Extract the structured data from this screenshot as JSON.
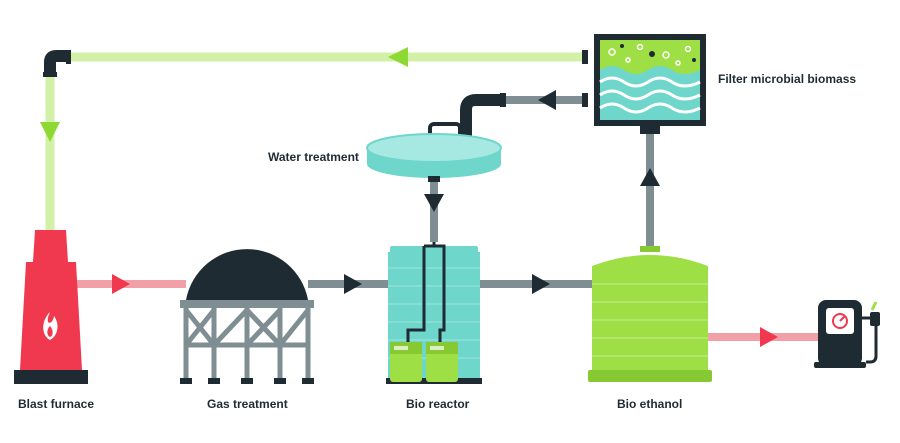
{
  "labels": {
    "blast_furnace": "Blast furnace",
    "gas_treatment": "Gas treatment",
    "bio_reactor": "Bio reactor",
    "bio_ethanol": "Bio ethanol",
    "water_treatment": "Water treatment",
    "filter_biomass": "Filter microbial biomass"
  },
  "colors": {
    "outline": "#1f2b33",
    "pipe_grey": "#7f8e92",
    "pipe_green": "#d2f0a6",
    "arrow_green": "#8ed834",
    "pipe_red": "#f2a0a8",
    "furnace_red": "#f0394f",
    "teal": "#6fd6cc",
    "teal_light": "#a6e9e2",
    "lime": "#9edf45",
    "lime_dark": "#86c932"
  }
}
